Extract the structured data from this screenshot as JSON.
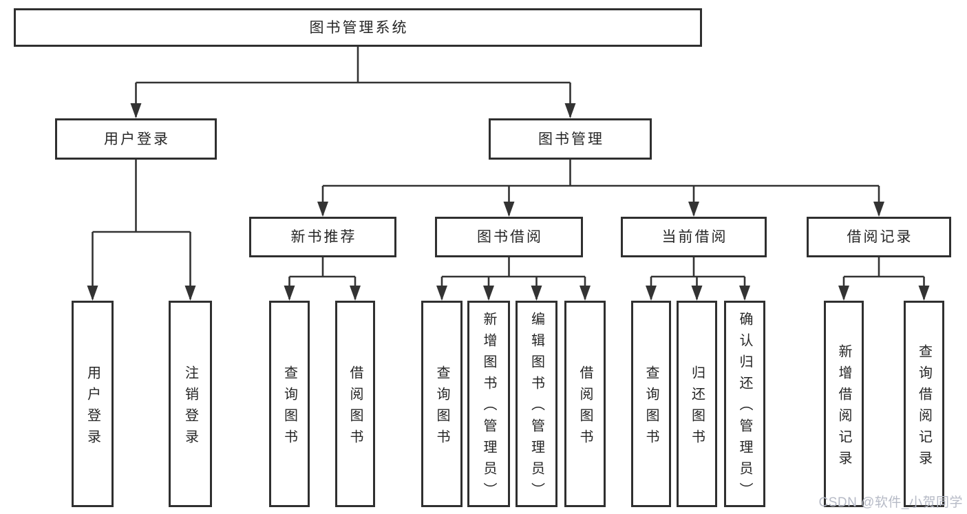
{
  "nodes": {
    "root": {
      "label": "图书管理系统"
    },
    "user_login": {
      "label": "用户登录"
    },
    "book_management": {
      "label": "图书管理"
    },
    "new_book_recommend": {
      "label": "新书推荐"
    },
    "book_borrow": {
      "label": "图书借阅"
    },
    "current_borrow": {
      "label": "当前借阅"
    },
    "borrow_records": {
      "label": "借阅记录"
    },
    "leaf_user_login": {
      "label": "用户登录"
    },
    "leaf_logout": {
      "label": "注销登录"
    },
    "leaf_query_books_recommend": {
      "label": "查询图书"
    },
    "leaf_borrow_books_recommend": {
      "label": "借阅图书"
    },
    "leaf_query_books_borrow": {
      "label": "查询图书"
    },
    "leaf_add_books_admin": {
      "label": "新增图书（管理员）"
    },
    "leaf_edit_books_admin": {
      "label": "编辑图书（管理员）"
    },
    "leaf_borrow_books_borrow": {
      "label": "借阅图书"
    },
    "leaf_query_books_current": {
      "label": "查询图书"
    },
    "leaf_return_books": {
      "label": "归还图书"
    },
    "leaf_confirm_return_admin": {
      "label": "确认归还（管理员）"
    },
    "leaf_add_borrow_record": {
      "label": "新增借阅记录"
    },
    "leaf_query_borrow_record": {
      "label": "查询借阅记录"
    }
  },
  "watermark": "CSDN @软件_小贺同学",
  "colors": {
    "line": "#333333",
    "box_border": "#2f2f2f",
    "text": "#262626",
    "background": "#ffffff",
    "watermark": "#b6bac6"
  }
}
